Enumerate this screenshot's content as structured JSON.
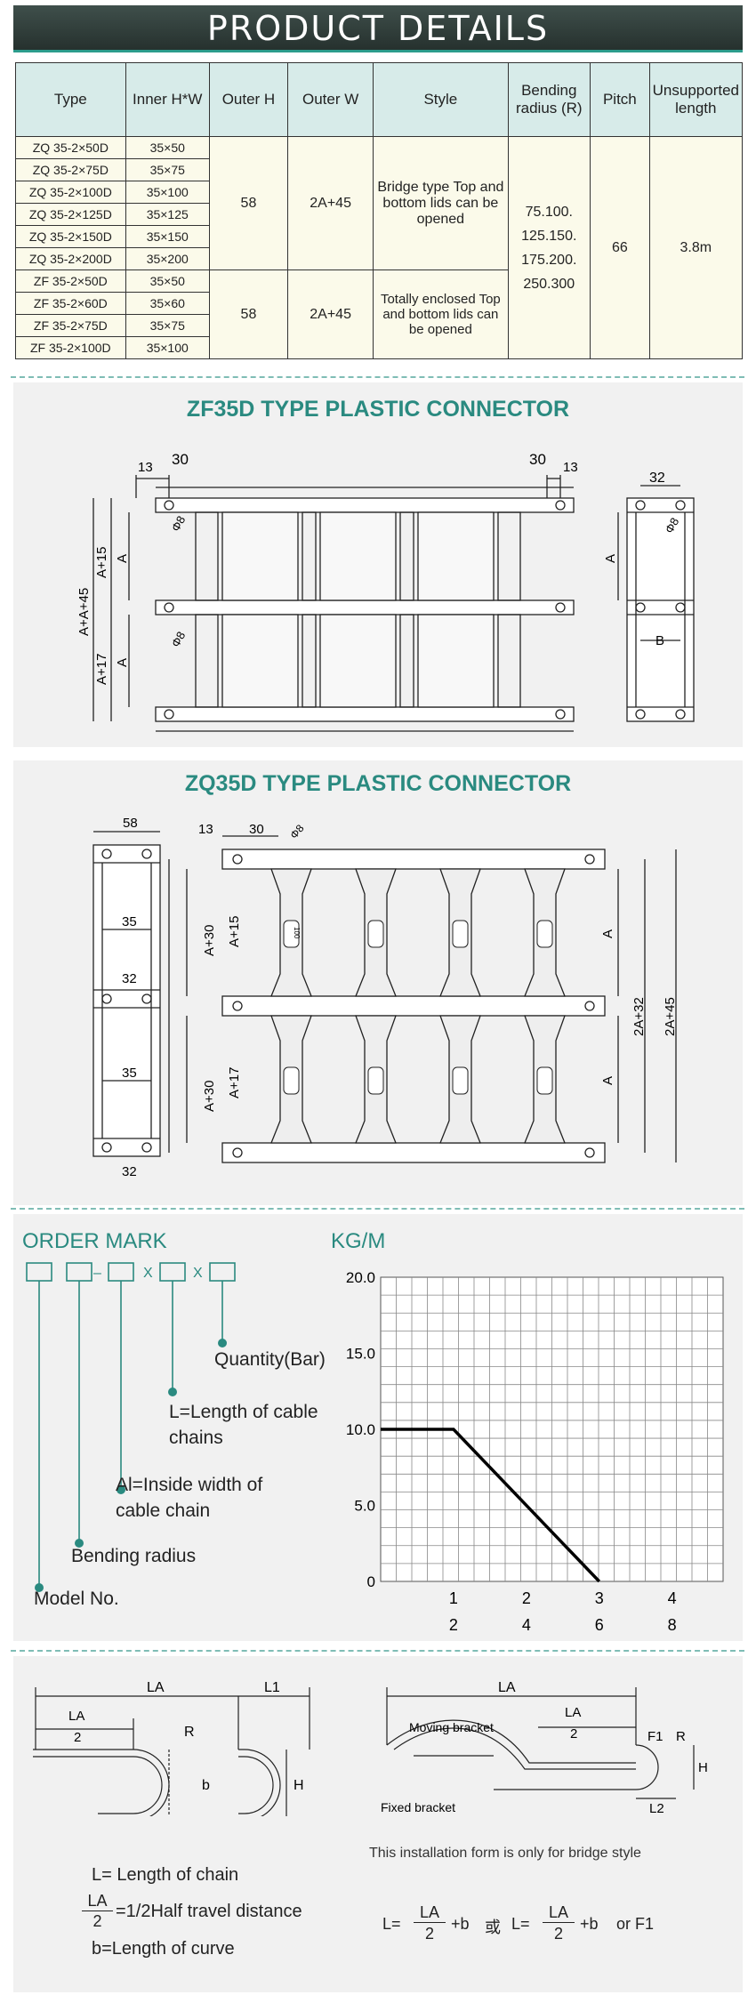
{
  "header": {
    "title": "PRODUCT DETAILS"
  },
  "table": {
    "headers": [
      "Type",
      "Inner H*W",
      "Outer H",
      "Outer W",
      "Style",
      "Bending radius (R)",
      "Pitch",
      "Unsupported length"
    ],
    "zq_rows": [
      [
        "ZQ  35-2×50D",
        "35×50"
      ],
      [
        "ZQ  35-2×75D",
        "35×75"
      ],
      [
        "ZQ  35-2×100D",
        "35×100"
      ],
      [
        "ZQ  35-2×125D",
        "35×125"
      ],
      [
        "ZQ  35-2×150D",
        "35×150"
      ],
      [
        "ZQ  35-2×200D",
        "35×200"
      ]
    ],
    "zf_rows": [
      [
        "ZF  35-2×50D",
        "35×50"
      ],
      [
        "ZF  35-2×60D",
        "35×60"
      ],
      [
        "ZF  35-2×75D",
        "35×75"
      ],
      [
        "ZF  35-2×100D",
        "35×100"
      ]
    ],
    "zq_outer_h": "58",
    "zq_outer_w": "2A+45",
    "zq_style": "Bridge type Top and bottom lids can be opened",
    "zf_outer_h": "58",
    "zf_outer_w": "2A+45",
    "zf_style": "Totally enclosed Top and bottom lids can be opened",
    "bending_radius": "75.100. 125.150. 175.200. 250.300",
    "pitch": "66",
    "unsupported_length": "3.8m"
  },
  "zf": {
    "title": "ZF35D TYPE PLASTIC CONNECTOR",
    "dims": {
      "d30a": "30",
      "d13a": "13",
      "d30b": "30",
      "d13b": "13",
      "d32": "32",
      "phi8a": "Φ8",
      "phi8b": "Φ8",
      "phi8c": "Φ8",
      "a1": "A",
      "a2": "A",
      "a3": "A",
      "b": "B",
      "a45": "A+A+45",
      "a15": "A+15",
      "a17": "A+17"
    }
  },
  "zq": {
    "title": "ZQ35D TYPE PLASTIC CONNECTOR",
    "dims": {
      "d58": "58",
      "d35a": "35",
      "d32a": "32",
      "d35b": "35",
      "d32b": "32",
      "d13": "13",
      "d30": "30",
      "phi8": "Φ8",
      "a30a": "A+30",
      "a15": "A+15",
      "a30b": "A+30",
      "a17": "A+17",
      "a1": "A",
      "a2": "A",
      "a232": "2A+32",
      "a245": "2A+45",
      "mark": "100"
    }
  },
  "order": {
    "title": "ORDER MARK",
    "sep1": "–",
    "x1": "X",
    "x2": "X",
    "labels": [
      "Quantity(Bar)",
      "L=Length of cable chains",
      "Al=Inside width of cable chain",
      "Bending radius",
      "Model No."
    ]
  },
  "chart_data": {
    "type": "line",
    "title": "KG/M",
    "y_ticks": [
      "20.0",
      "15.0",
      "10.0",
      "5.0",
      "0"
    ],
    "x_ticks_row1": [
      "1",
      "2",
      "3",
      "4"
    ],
    "x_ticks_row2": [
      "2",
      "4",
      "6",
      "8"
    ],
    "ylim": [
      0,
      20
    ],
    "xlim": [
      0,
      4.7
    ],
    "grid": true,
    "series": [
      {
        "x": [
          0,
          1,
          3
        ],
        "y": [
          10,
          10,
          0
        ]
      }
    ]
  },
  "install": {
    "left": {
      "la": "LA",
      "la_num": "LA",
      "la_den": "2",
      "l1": "L1",
      "r": "R",
      "b": "b",
      "h": "H"
    },
    "right": {
      "la": "LA",
      "la_num": "LA",
      "la_den": "2",
      "moving": "Moving bracket",
      "fixed": "Fixed bracket",
      "f1": "F1",
      "r": "R",
      "h": "H",
      "l2": "L2",
      "note": "This installation form is only for bridge style"
    },
    "legend": {
      "l": "L= Length of chain",
      "frac_num": "LA",
      "frac_den": "2",
      "half": "=1/2Half travel distance",
      "b": "b=Length of curve"
    },
    "formula": {
      "l": "L=",
      "la1": "LA",
      "d1": "2",
      "pb1": "+b",
      "or_cn": "或",
      "l2": "L=",
      "la2": "LA",
      "d2": "2",
      "pb2": "+b",
      "orf1": "or F1"
    }
  }
}
